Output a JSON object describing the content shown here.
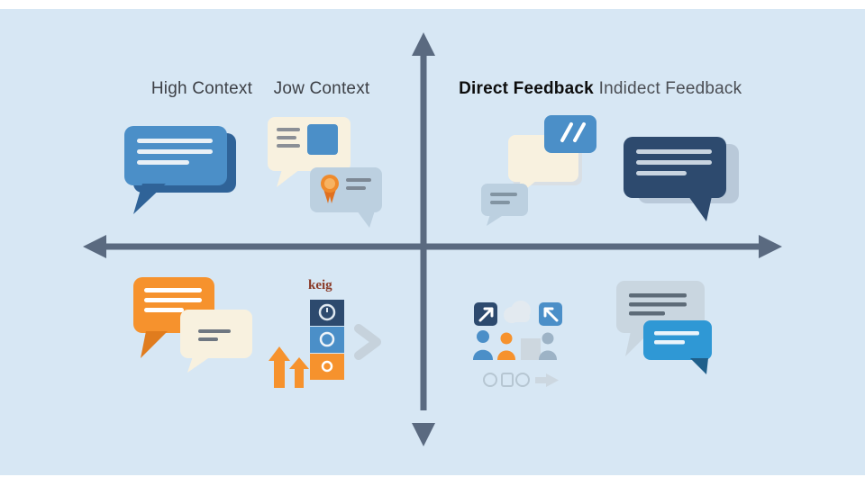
{
  "page": {
    "background": "#d7e7f4",
    "frame_bar_color": "#ffffff"
  },
  "axes": {
    "color": "#5a6a80",
    "style": "two-axis quadrant with arrowheads on all four ends"
  },
  "labels": {
    "high_context": "High Context",
    "low_context": "Jow Context",
    "direct_feedback": "Direct Feedback",
    "indirect_feedback": "Indidect Feedback"
  },
  "annotations": {
    "stack_label": "keig"
  },
  "icons": {
    "top_left_quadrant": [
      "blue-speech-bubble-icon",
      "cream-chart-bubble-icon",
      "badge-bubble-icon"
    ],
    "top_right_quadrant": [
      "cream-speech-bubble-icon",
      "blue-slashes-bubble-icon",
      "small-gray-bubble-icon",
      "navy-speech-bubble-icon"
    ],
    "bottom_left_quadrant": [
      "orange-speech-bubble-icon",
      "cream-speech-bubble-icon",
      "priority-stack-icon",
      "up-arrows-icon",
      "chevron-right-icon"
    ],
    "bottom_right_quadrant": [
      "arrow-tile-icon",
      "cloud-icon",
      "people-icons",
      "garbled-caption-marks",
      "gray-speech-bubble-icon",
      "bright-blue-speech-bubble-icon"
    ]
  },
  "palette": {
    "blue": "#4b8fc8",
    "navy": "#2d4a6e",
    "orange": "#f6922d",
    "dark_orange": "#e07c1e",
    "cream": "#f8f1df",
    "steel": "#bcd0e0",
    "bright_blue": "#2f98d5",
    "axis": "#5a6a80",
    "maroon_text": "#8a3a28"
  }
}
